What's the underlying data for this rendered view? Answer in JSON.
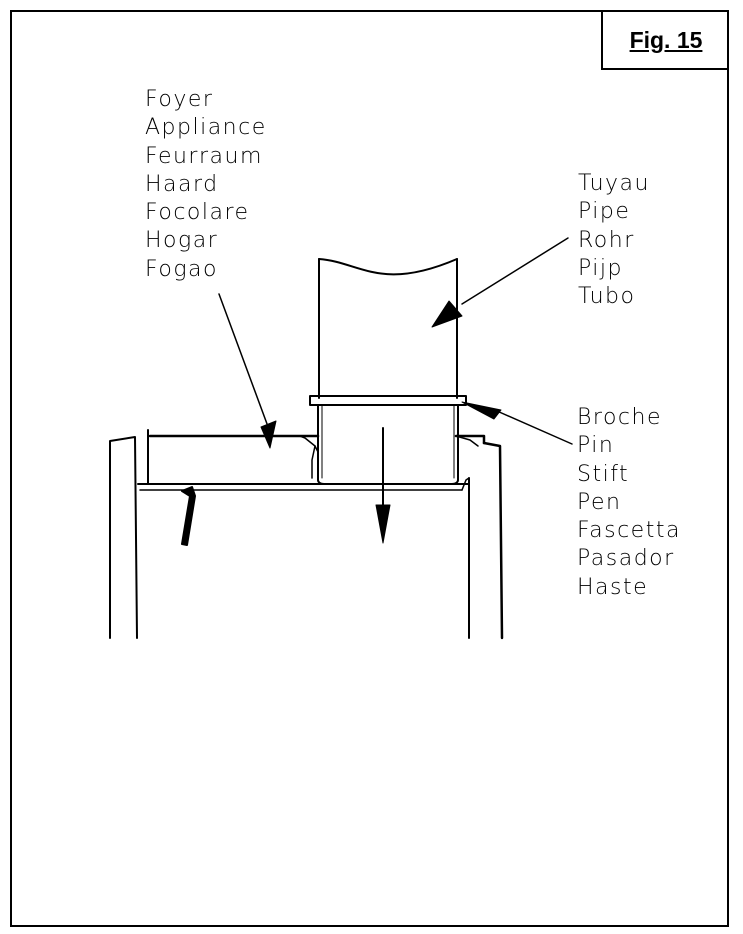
{
  "figure": {
    "label": "Fig. 15"
  },
  "labels": {
    "foyer": [
      "Foyer",
      "Appliance",
      "Feurraum",
      "Haard",
      "Focolare",
      "Hogar",
      "Fogao"
    ],
    "pipe": [
      "Tuyau",
      "Pipe",
      "Rohr",
      "Pijp",
      "Tubo"
    ],
    "pin": [
      "Broche",
      "Pin",
      "Stift",
      "Pen",
      "Fascetta",
      "Pasador",
      "Haste"
    ]
  }
}
